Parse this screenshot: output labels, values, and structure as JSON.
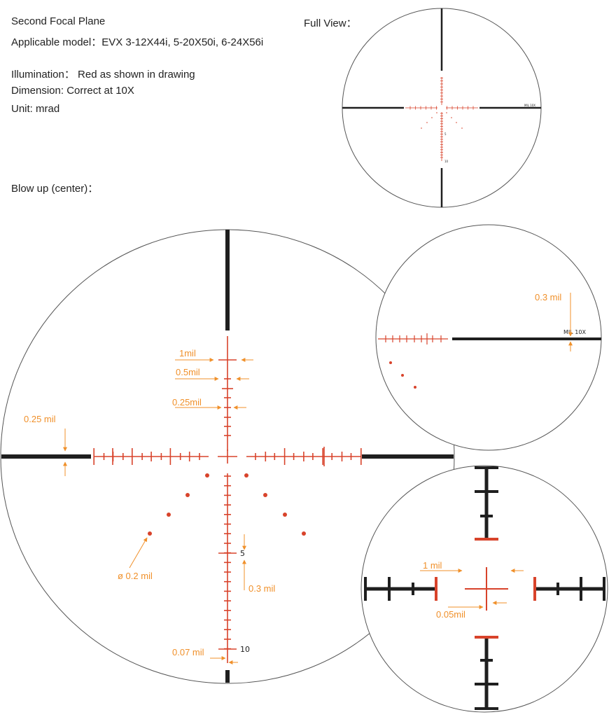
{
  "specs": {
    "title": "Second Focal Plane",
    "model": "Applicable model：EVX 3-12X44i, 5-20X50i, 6-24X56i",
    "illumination": "Illumination： Red as shown in drawing",
    "dimension": "Dimension:  Correct at 10X",
    "unit": "Unit:  mrad",
    "full_view_label": "Full View：",
    "blow_up_label": "Blow up (center)："
  },
  "reticle_marks": {
    "mil_10x": "MIL 10X",
    "full_five": "5",
    "full_ten": "10",
    "num_five": "5",
    "num_ten": "10"
  },
  "annotations": {
    "one_mil": "1mil",
    "half_mil": "0.5mil",
    "quarter_mil": "0.25mil",
    "quarter_mil_bar": "0.25 mil",
    "dot_diameter": "ø 0.2 mil",
    "tick_spacing": "0.3 mil",
    "line_width": "0.07 mil",
    "post_thickness": "0.3 mil",
    "zoom_one_mil": "1 mil",
    "zoom_line": "0.05mil"
  },
  "colors": {
    "illuminated": "#d8432b",
    "annotation": "#f0902a",
    "post": "#1f1f1f",
    "outline": "#555555"
  }
}
